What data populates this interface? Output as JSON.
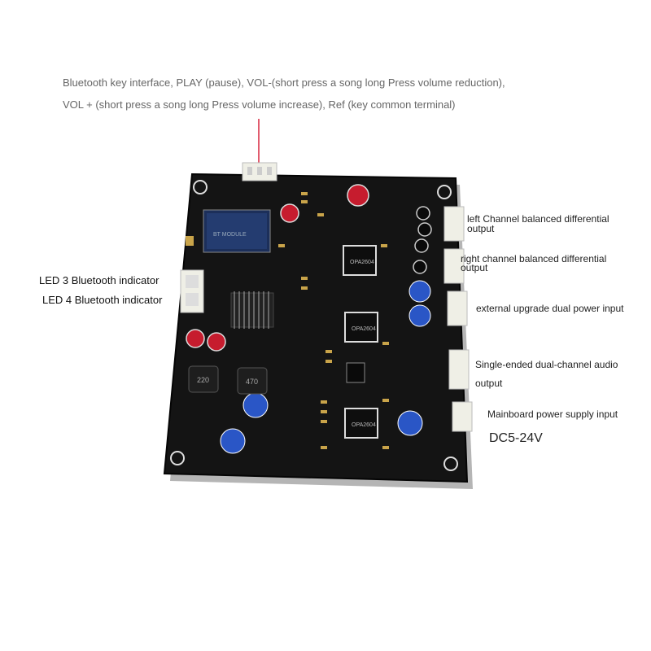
{
  "header": {
    "line1": "Bluetooth key interface,  PLAY (pause), VOL-(short press a song long Press volume reduction),",
    "line2": "VOL + (short press a song long Press volume increase), Ref (key common terminal)"
  },
  "left_labels": {
    "led3": "LED 3 Bluetooth indicator",
    "led4": "LED 4 Bluetooth indicator"
  },
  "right_labels": {
    "left_balanced_line1": "left Channel balanced differential",
    "left_balanced_line2": "output",
    "right_balanced_line1": "right channel balanced differential",
    "right_balanced_line2": "output",
    "upgrade_power": "external upgrade dual power input",
    "single_ended_line1": "Single-ended dual-channel audio",
    "single_ended_line2": "output",
    "mainboard_power": "Mainboard power supply input",
    "voltage": "DC5-24V"
  },
  "pcb_silkscreen": {
    "opamp1": "OPA2604",
    "opamp2": "OPA2604",
    "opamp3": "OPA2604",
    "inductor1": "220",
    "inductor2": "470"
  },
  "colors": {
    "pcb": "#141414",
    "connector": "#efefe6",
    "pointer_line": "#d7263d",
    "cap_blue": "#2a56c6",
    "cap_red": "#c61c2e"
  }
}
